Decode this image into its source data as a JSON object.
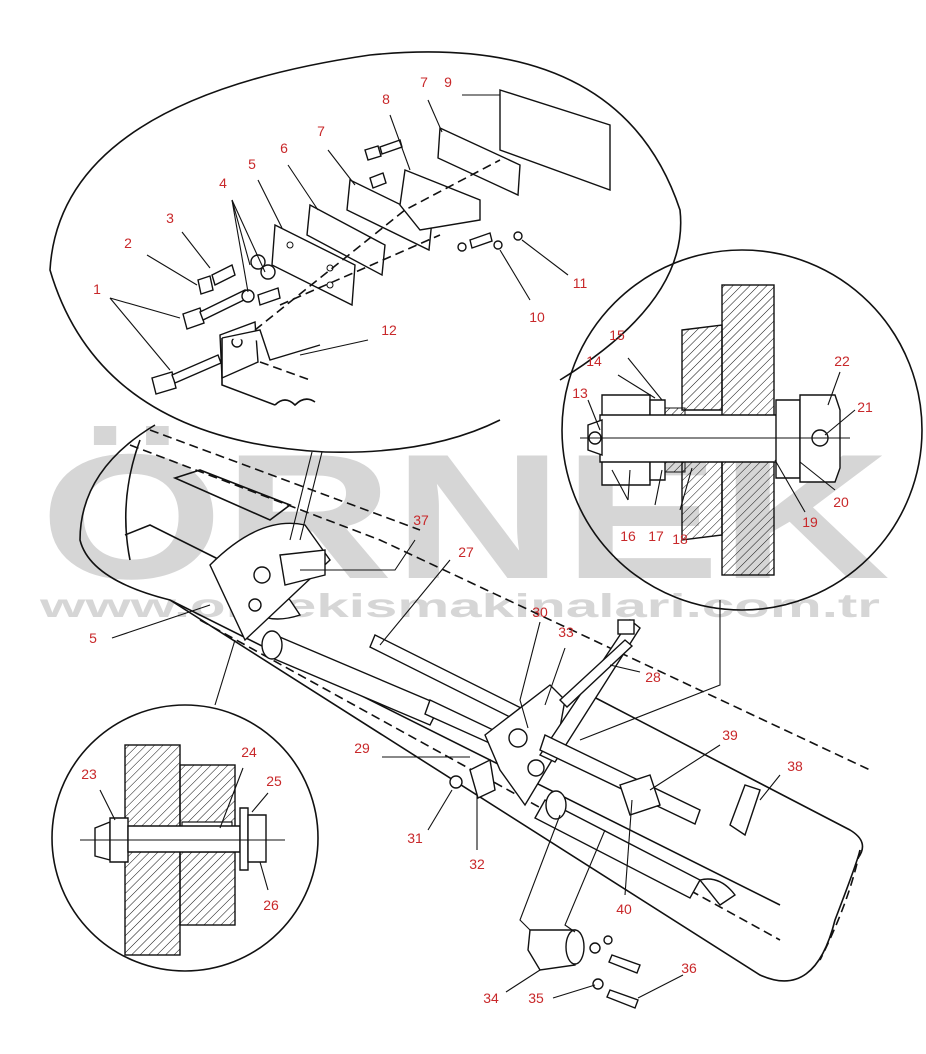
{
  "watermark": {
    "brand": "ÖRNEK",
    "url": "www.ornekismakinalari.com.tr",
    "color": "#d6d6d6"
  },
  "callout_color": "#c8282a",
  "callouts": [
    "1",
    "2",
    "3",
    "4",
    "5",
    "6",
    "7",
    "7",
    "8",
    "9",
    "10",
    "11",
    "12",
    "13",
    "14",
    "15",
    "16",
    "17",
    "18",
    "19",
    "20",
    "21",
    "22",
    "23",
    "24",
    "25",
    "26",
    "27",
    "28",
    "29",
    "30",
    "31",
    "32",
    "33",
    "34",
    "35",
    "36",
    "37",
    "38",
    "39",
    "40",
    "5"
  ]
}
